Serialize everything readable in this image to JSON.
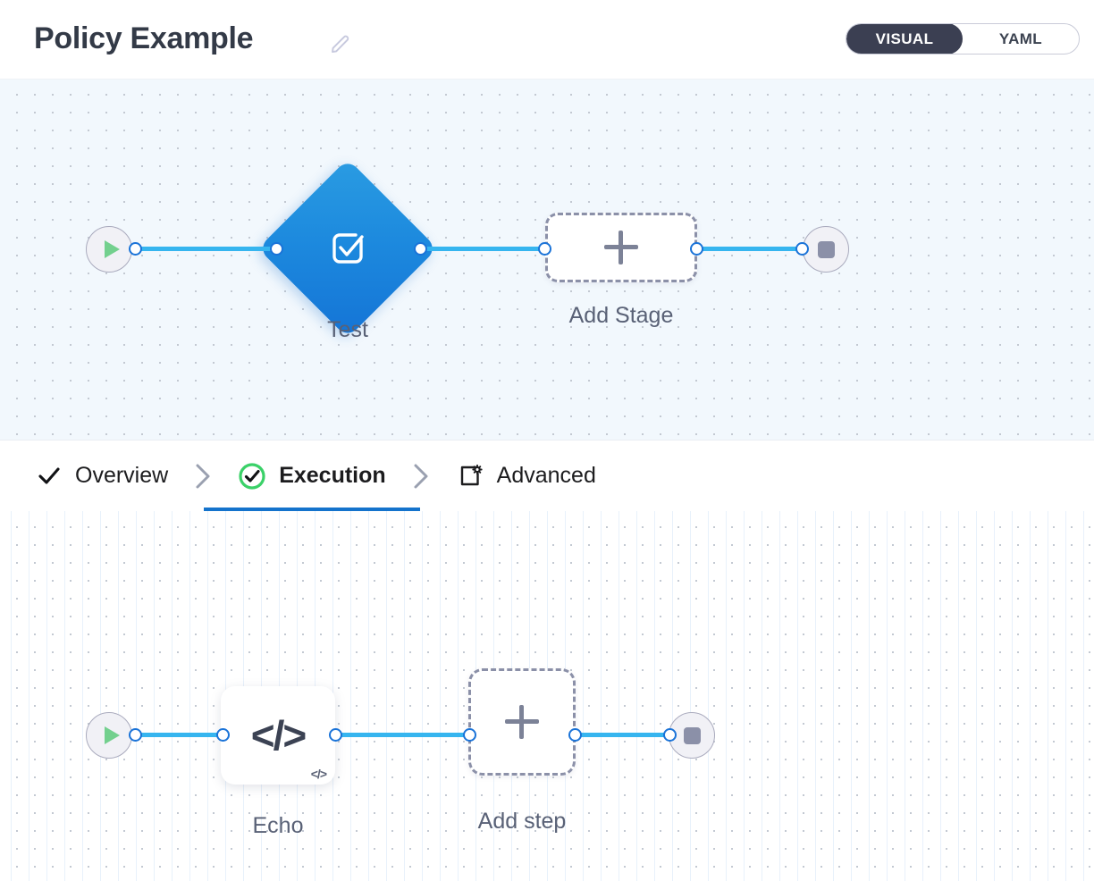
{
  "header": {
    "title": "Policy Example",
    "edit_icon": "pencil-icon",
    "mode_toggle": {
      "options": [
        "VISUAL",
        "YAML"
      ],
      "active": "VISUAL"
    }
  },
  "tabs": {
    "items": [
      {
        "label": "Overview",
        "icon": "check-icon",
        "active": false
      },
      {
        "label": "Execution",
        "icon": "check-circle-icon",
        "active": true
      },
      {
        "label": "Advanced",
        "icon": "square-gear-icon",
        "active": false
      }
    ],
    "separator_icon": "chevron-right-icon"
  },
  "stage_canvas": {
    "start_node": {
      "name": "start",
      "icon": "play-icon"
    },
    "stage": {
      "label": "Test",
      "icon": "check-badge-icon"
    },
    "add_stage": {
      "label": "Add Stage",
      "icon": "plus-icon"
    },
    "end_node": {
      "name": "end",
      "icon": "stop-icon"
    }
  },
  "step_canvas": {
    "start_node": {
      "name": "start",
      "icon": "play-icon"
    },
    "step": {
      "label": "Echo",
      "icon": "code-icon",
      "badge": "</>"
    },
    "add_step": {
      "label": "Add step",
      "icon": "plus-icon"
    },
    "end_node": {
      "name": "end",
      "icon": "stop-icon"
    }
  },
  "colors": {
    "accent_blue": "#1473cc",
    "edge_blue": "#36b5ef",
    "success_green": "#3ad168",
    "play_green": "#73d08e",
    "node_gray": "#8b90a8",
    "toggle_dark": "#3b3f52"
  }
}
